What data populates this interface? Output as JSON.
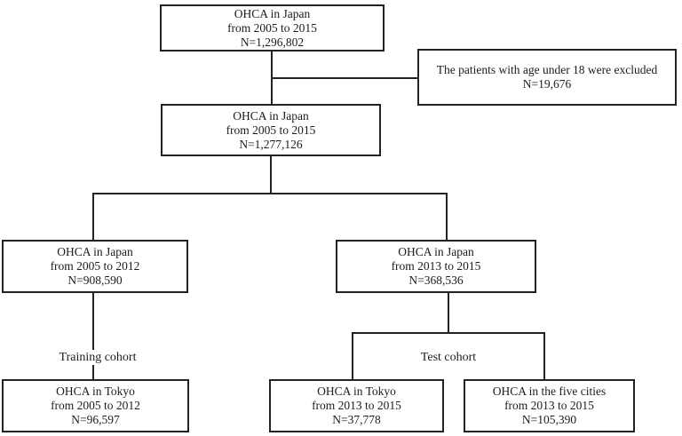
{
  "diagram": {
    "boxes": {
      "top": {
        "line1": "OHCA in Japan",
        "line2": "from 2005 to 2015",
        "line3": "N=1,296,802"
      },
      "excluded": {
        "line1": "The patients with age under 18 were excluded",
        "line2": "N=19,676"
      },
      "filtered": {
        "line1": "OHCA in Japan",
        "line2": "from 2005 to 2015",
        "line3": "N=1,277,126"
      },
      "training_src": {
        "line1": "OHCA in Japan",
        "line2": "from 2005 to 2012",
        "line3": "N=908,590"
      },
      "test_src": {
        "line1": "OHCA in Japan",
        "line2": "from 2013 to 2015",
        "line3": "N=368,536"
      },
      "training_final": {
        "line1": "OHCA in Tokyo",
        "line2": "from 2005 to 2012",
        "line3": "N=96,597"
      },
      "test_tokyo": {
        "line1": "OHCA in Tokyo",
        "line2": "from 2013 to 2015",
        "line3": "N=37,778"
      },
      "test_five": {
        "line1": "OHCA in the five cities",
        "line2": "from 2013 to 2015",
        "line3": "N=105,390"
      }
    },
    "labels": {
      "training_cohort": "Training cohort",
      "test_cohort": "Test cohort"
    },
    "colors": {
      "line": "#222222",
      "background": "#ffffff",
      "text": "#1c1c1c"
    }
  }
}
